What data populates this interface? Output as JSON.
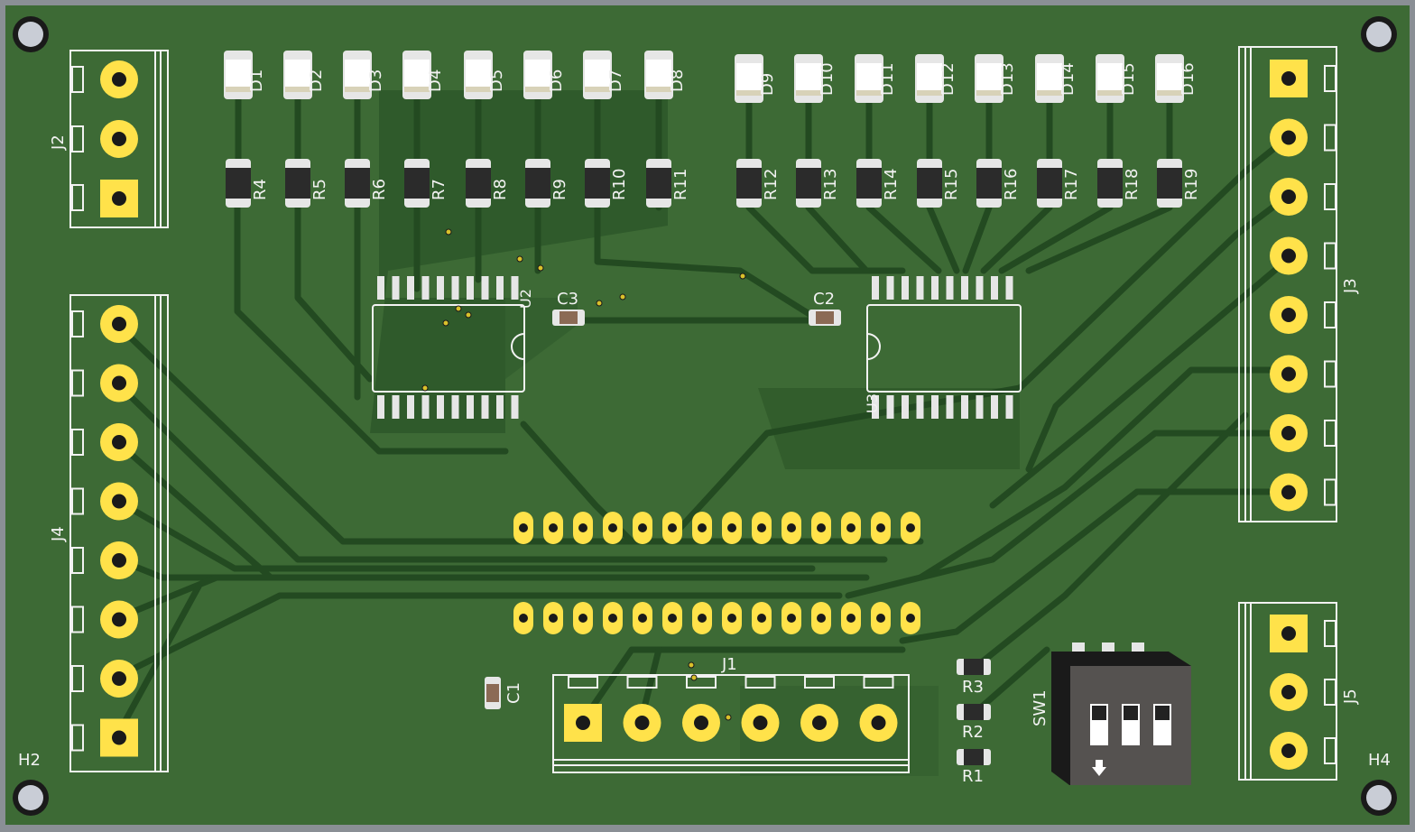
{
  "colors": {
    "frame": "#8a8f95",
    "board": "#3d6a35",
    "copper_zone": "#2f5a2b",
    "trace": "#234a21",
    "silk": "#f2f2f2",
    "pad": "#ffe24a",
    "pad_ring": "#d9c12b",
    "smd_body": "#2b2b2b",
    "smd_end": "#e6e6e6",
    "led_body": "#ffffff",
    "dip_body": "#555250"
  },
  "leds": [
    "D1",
    "D2",
    "D3",
    "D4",
    "D5",
    "D6",
    "D7",
    "D8",
    "D9",
    "D10",
    "D11",
    "D12",
    "D13",
    "D14",
    "D15",
    "D16"
  ],
  "resistors_top": [
    "R4",
    "R5",
    "R6",
    "R7",
    "R8",
    "R9",
    "R10",
    "R11",
    "R12",
    "R13",
    "R14",
    "R15",
    "R16",
    "R17",
    "R18",
    "R19"
  ],
  "resistors_bottom": [
    "R3",
    "R2",
    "R1"
  ],
  "capacitors": [
    "C3",
    "C2",
    "C1"
  ],
  "ics": [
    "U2",
    "U3"
  ],
  "connectors": [
    "J1",
    "J2",
    "J3",
    "J4",
    "J5"
  ],
  "switch": "SW1",
  "mount_holes": [
    "H2",
    "H4"
  ],
  "header_pins_per_row": 14
}
